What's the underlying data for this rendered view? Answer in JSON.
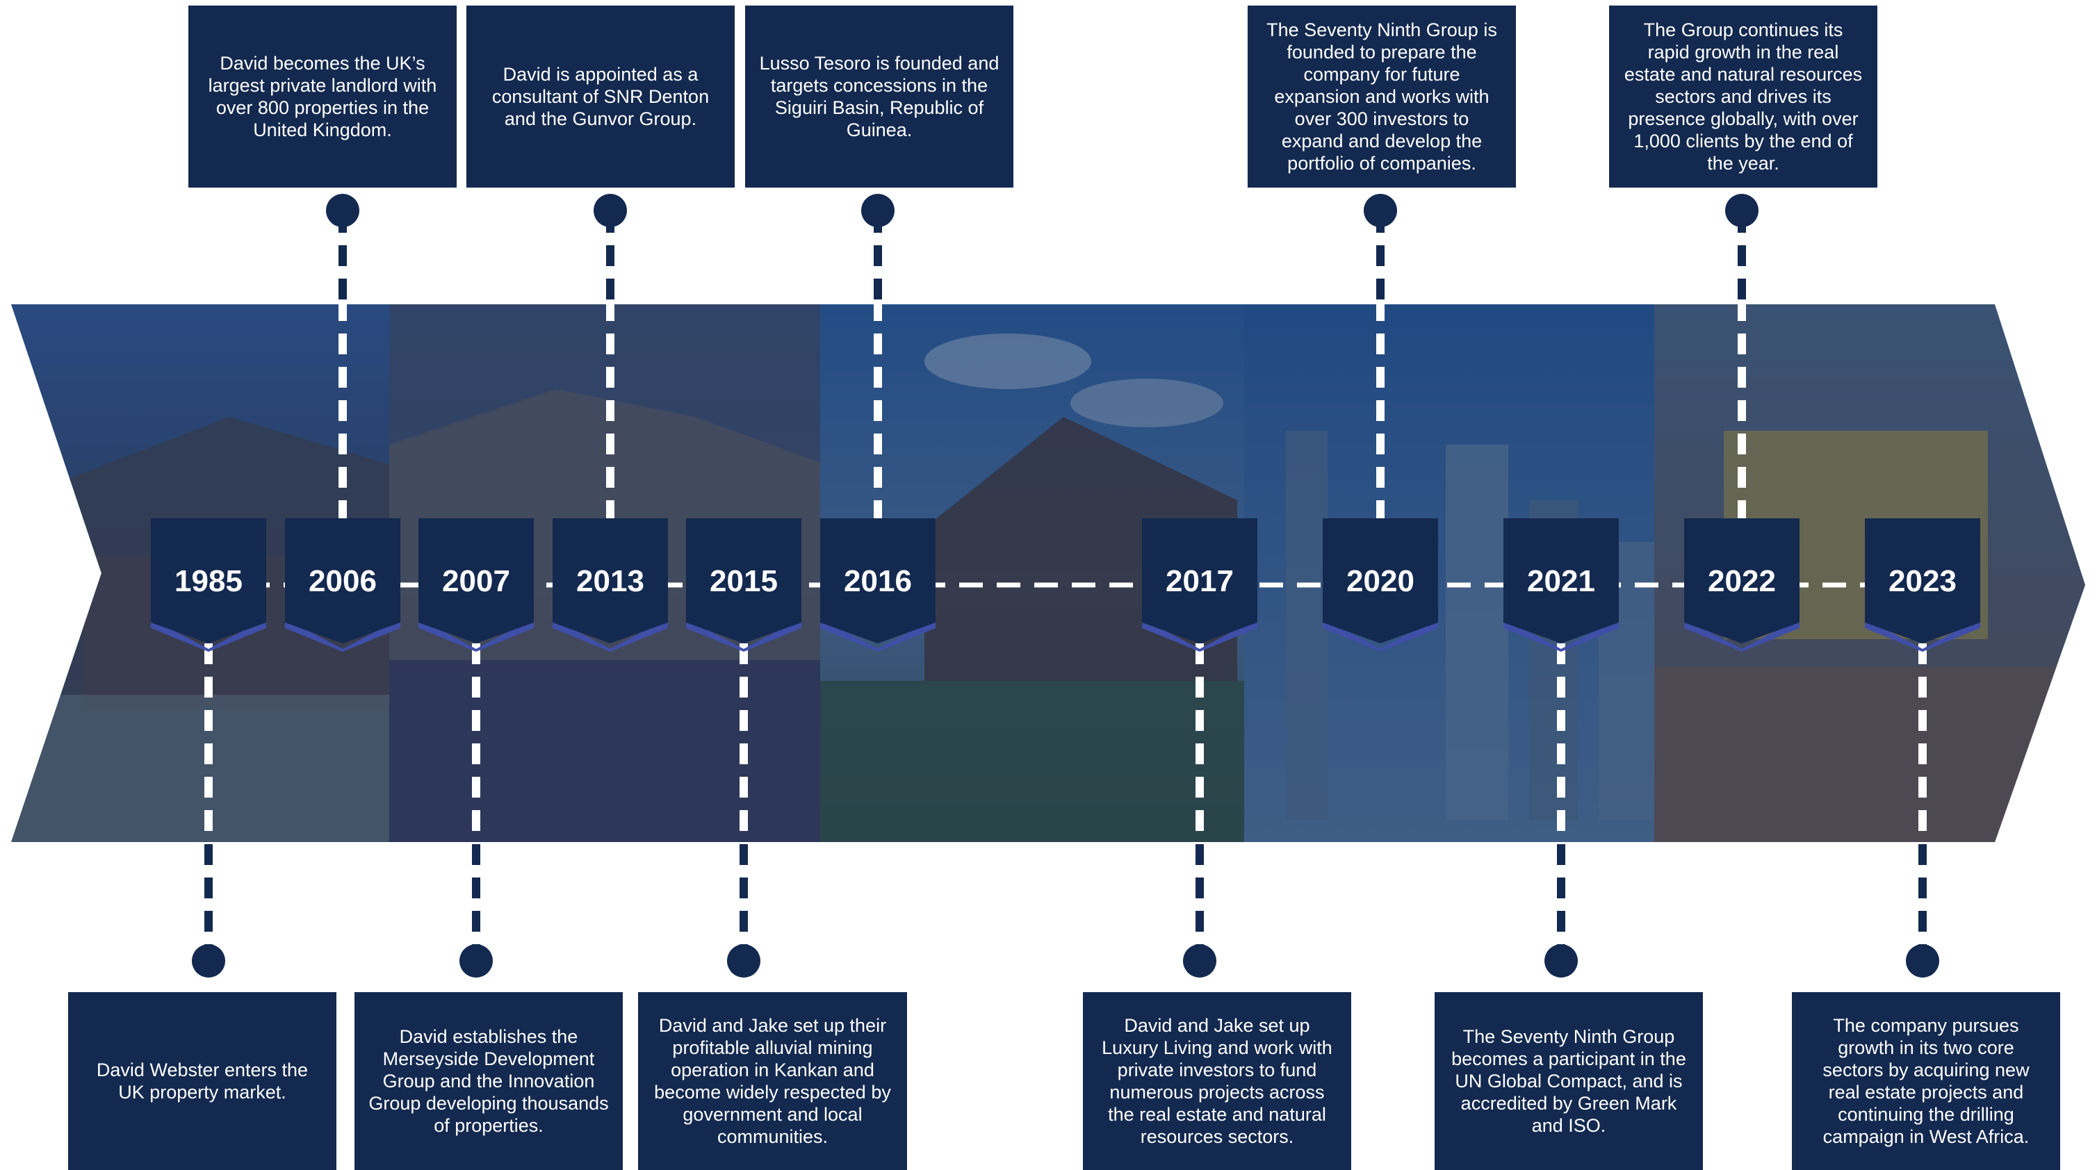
{
  "colors": {
    "navy": "#13294f",
    "accent": "#3f4fa8",
    "sky": "#2f5d96",
    "dash": "#ffffff"
  },
  "milestones": [
    {
      "year": "1985",
      "text": "David Webster enters the UK property market.",
      "side": "bottom"
    },
    {
      "year": "2006",
      "text": "David becomes the UK’s largest private landlord with over 800 properties in the United Kingdom.",
      "side": "top"
    },
    {
      "year": "2007",
      "text": "David establishes the Merseyside Development Group and the Innovation Group developing thousands of properties.",
      "side": "bottom"
    },
    {
      "year": "2013",
      "text": "David is appointed as a consultant of SNR Denton and the Gunvor Group.",
      "side": "top"
    },
    {
      "year": "2015",
      "text": "David and Jake set up their profitable alluvial mining operation in Kankan and become widely respected by government and local communities.",
      "side": "bottom"
    },
    {
      "year": "2016",
      "text": "Lusso Tesoro is founded and targets concessions in the Siguiri Basin, Republic of Guinea.",
      "side": "top"
    },
    {
      "year": "2017",
      "text": "David and Jake set up Luxury Living and work with private investors to fund numerous projects across the real estate and natural resources sectors.",
      "side": "bottom"
    },
    {
      "year": "2020",
      "text": "The Seventy Ninth Group is founded to prepare the company for future expansion and works with over 300 investors to expand and develop the portfolio of companies.",
      "side": "top"
    },
    {
      "year": "2021",
      "text": "The Seventy Ninth Group becomes a participant in the UN Global Compact, and is accredited by Green Mark and ISO.",
      "side": "bottom"
    },
    {
      "year": "2022",
      "text": "The Group continues its rapid growth in the real estate and natural resources sectors and drives its presence globally, with over 1,000 clients by the end of the year.",
      "side": "top"
    },
    {
      "year": "2023",
      "text": "The company pursues growth in its two core sectors by acquiring new real estate projects and continuing the drilling campaign in West Africa.",
      "side": "bottom"
    }
  ]
}
